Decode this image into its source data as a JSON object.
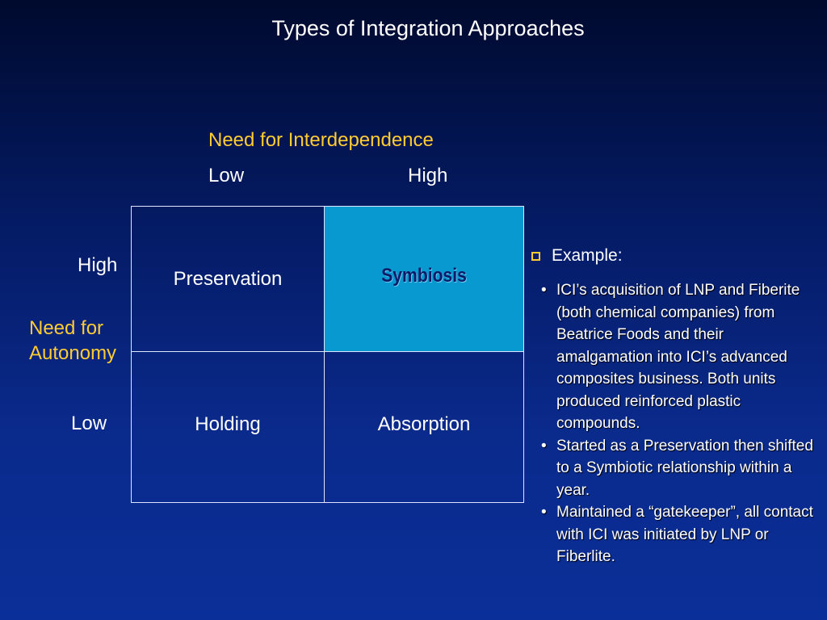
{
  "slide": {
    "title": "Types of Integration Approaches"
  },
  "matrix": {
    "column_axis": {
      "title": "Need for Interdependence",
      "low": "Low",
      "high": "High"
    },
    "row_axis": {
      "title_line1": "Need for",
      "title_line2": "Autonomy",
      "high": "High",
      "low": "Low"
    },
    "cells": {
      "high_autonomy_low_interdependence": "Preservation",
      "high_autonomy_high_interdependence": "Symbiosis",
      "low_autonomy_low_interdependence": "Holding",
      "low_autonomy_high_interdependence": "Absorption"
    },
    "highlight_color": "#0899d0"
  },
  "example": {
    "heading": "Example:",
    "bullets": [
      "ICI’s acquisition of LNP and Fiberite (both chemical companies) from Beatrice Foods and their amalgamation into ICI’s advanced composites business. Both units produced reinforced plastic compounds.",
      "Started as a Preservation then shifted to a Symbiotic relationship within a year.",
      "Maintained a “gatekeeper”, all contact with ICI was initiated by LNP or Fiberlite."
    ]
  },
  "colors": {
    "background_top": "#000a2e",
    "background_bottom": "#0b2f98",
    "accent": "#ffcc33",
    "text": "#ffffff"
  }
}
